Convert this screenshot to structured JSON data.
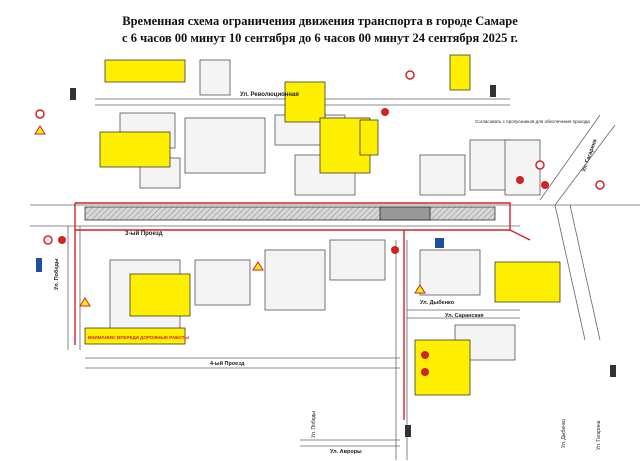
{
  "header": {
    "title_line1": "Временная схема ограничения движения транспорта в городе Самаре",
    "title_line2": "с 6 часов 00 минут 10 сентября до 6 часов 00 минут 24 сентября 2025 г."
  },
  "streets": {
    "revolutsionnaya": "Ул. Революционная",
    "proezd3": "3-ый Проезд",
    "proezd4": "4-ый Проезд",
    "pobody": "Ул. Победы",
    "dybenko": "Ул. Дыбенко",
    "saranskaya": "Ул. Саранская",
    "avrory": "Ул. Авроры",
    "gagarina": "Ул. Гагарина",
    "pobody_bottom": "Ул. Победы",
    "gagarina_bottom": "Ул. Гагарина",
    "dybenko_bottom": "Ул. Дыбенко"
  },
  "notes": {
    "pedestrian": "Согласовать с пропускников для обеспечения прохода",
    "warning_works": "ВНИМАНИЕ! ВПЕРЕДИ ДОРОЖНЫЕ РАБОТЫ"
  },
  "colors": {
    "road_line": "#555555",
    "building_fill": "#f4f4f4",
    "work_zone": "#c9c9c9",
    "closure_red": "#d2232a",
    "info_yellow": "#ffef00",
    "sign_blue": "#1f4fa3"
  }
}
